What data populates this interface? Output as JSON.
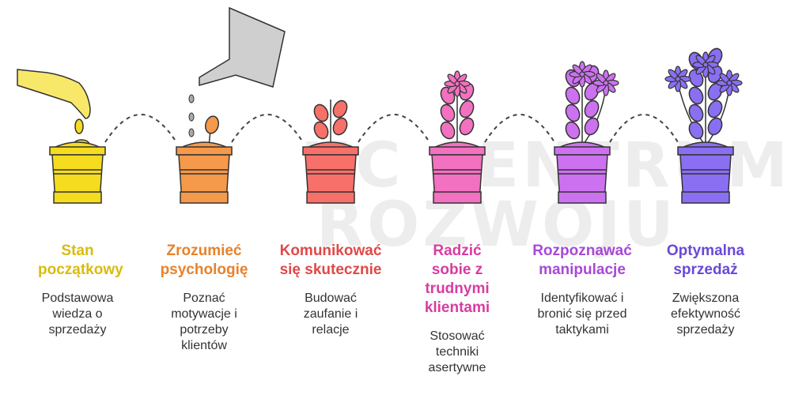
{
  "watermark": {
    "line1": "HC CENTRUM",
    "line2": "ROZWOJU"
  },
  "stages": [
    {
      "title": "Stan początkowy",
      "desc": "Podstawowa wiedza o sprzedaży",
      "color": "#f5dc1f",
      "title_color": "#d9bb10",
      "icon": "hand-dropping-seeds"
    },
    {
      "title": "Zrozumieć psychologię",
      "desc": "Poznać motywacje i potrzeby klientów",
      "color": "#f5994a",
      "title_color": "#e8822a",
      "icon": "watering-can-sprout"
    },
    {
      "title": "Komunikować się skutecznie",
      "desc": "Budować zaufanie i relacje",
      "color": "#f7706a",
      "title_color": "#e04848",
      "icon": "small-plant"
    },
    {
      "title": "Radzić sobie z trudnymi klientami",
      "desc": "Stosować techniki asertywne",
      "color": "#f271c0",
      "title_color": "#d83ca0",
      "icon": "flowering-plant"
    },
    {
      "title": "Rozpoznawać manipulacje",
      "desc": "Identyfikować i bronić się przed taktykami",
      "color": "#cc72f0",
      "title_color": "#a848d8",
      "icon": "bushy-flowering-plant"
    },
    {
      "title": "Optymalna sprzedaż",
      "desc": "Zwiększona efektywność sprzedaży",
      "color": "#8a6ff2",
      "title_color": "#6a48d8",
      "icon": "full-bloom-plant"
    }
  ]
}
